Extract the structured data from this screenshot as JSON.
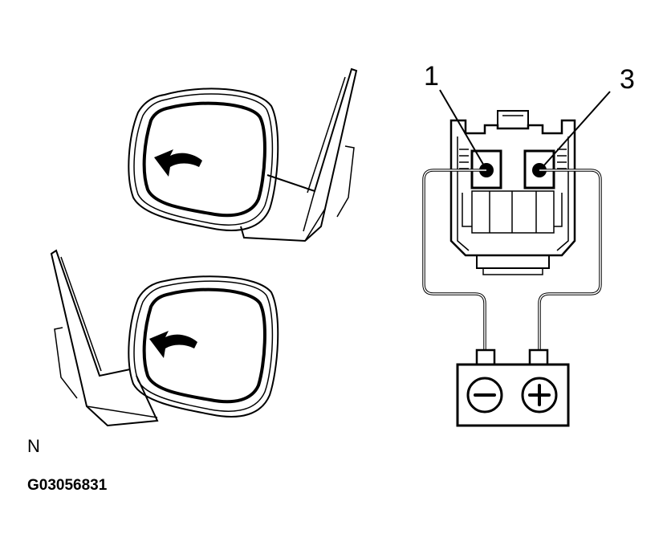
{
  "labels": {
    "pin_left": "1",
    "pin_right": "3",
    "side": "N",
    "figure_code": "G03056831"
  },
  "battery": {
    "negative_symbol": "−",
    "positive_symbol": "+"
  },
  "colors": {
    "ink": "#000000",
    "paper": "#ffffff",
    "terminal_fill": "#ffffff"
  },
  "icons": [
    "curved-arrow-icon",
    "curved-arrow-icon",
    "minus-icon",
    "plus-icon"
  ]
}
